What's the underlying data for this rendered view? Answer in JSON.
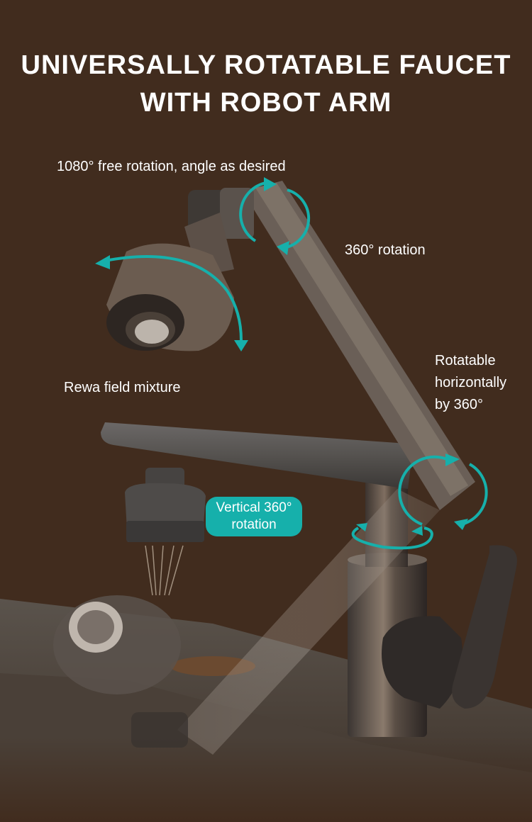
{
  "title": {
    "line1": "UNIVERSALLY ROTATABLE FAUCET",
    "line2": "WITH ROBOT ARM"
  },
  "annotations": {
    "free_rotation": "1080° free rotation, angle as desired",
    "rotation_360": "360° rotation",
    "horizontal": {
      "line1": "Rotatable",
      "line2": "horizontally",
      "line3": "by 360°"
    },
    "mixture": "Rewa field mixture",
    "vertical_badge": {
      "line1": "Vertical 360°",
      "line2": "rotation"
    }
  },
  "colors": {
    "background": "#412c1e",
    "accent_teal": "#16b0ab",
    "text": "#ffffff"
  },
  "icons": [
    "rotation-arrow-icon",
    "curved-arrow-icon",
    "horizontal-rotation-arrow-icon"
  ]
}
